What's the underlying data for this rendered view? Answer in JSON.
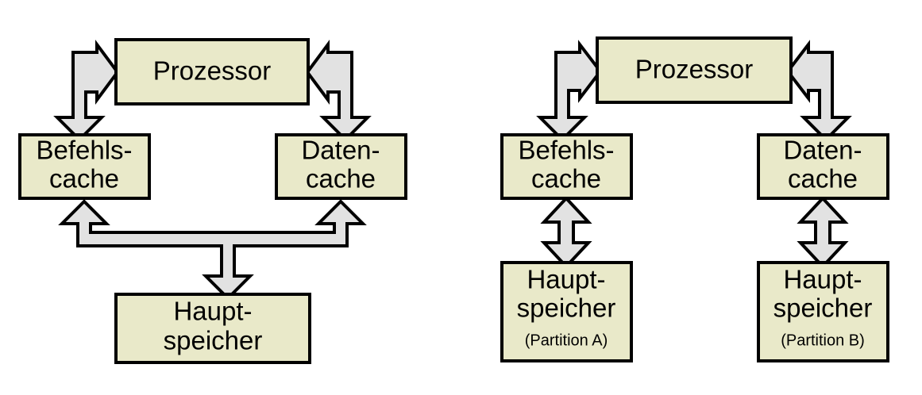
{
  "figure": {
    "background_color": "#ffffff",
    "box_fill_color": "#e9e9c9",
    "box_stroke_color": "#000000",
    "arrow_fill_color": "#e2e2e2",
    "arrow_stroke_color": "#000000",
    "text_color": "#000000"
  },
  "diagrams": [
    {
      "id": "harvard-shared-memory",
      "nodes": {
        "processor": {
          "label": "Prozessor"
        },
        "instruction_cache": {
          "line1": "Befehls-",
          "line2": "cache"
        },
        "data_cache": {
          "line1": "Daten-",
          "line2": "cache"
        },
        "main_memory": {
          "line1": "Haupt-",
          "line2": "speicher"
        }
      },
      "connections": [
        {
          "id": "processor-instruction-cache",
          "kind": "bidirectional-elbow"
        },
        {
          "id": "processor-data-cache",
          "kind": "bidirectional-elbow"
        },
        {
          "id": "caches-main-memory",
          "kind": "three-way-merge"
        }
      ]
    },
    {
      "id": "harvard-partitioned-memory",
      "nodes": {
        "processor": {
          "label": "Prozessor"
        },
        "instruction_cache": {
          "line1": "Befehls-",
          "line2": "cache"
        },
        "data_cache": {
          "line1": "Daten-",
          "line2": "cache"
        },
        "main_memory_a": {
          "line1": "Haupt-",
          "line2": "speicher",
          "line3": "(Partition A)"
        },
        "main_memory_b": {
          "line1": "Haupt-",
          "line2": "speicher",
          "line3": "(Partition B)"
        }
      },
      "connections": [
        {
          "id": "processor-instruction-cache",
          "kind": "bidirectional-elbow"
        },
        {
          "id": "processor-data-cache",
          "kind": "bidirectional-elbow"
        },
        {
          "id": "instruction-cache-memory-a",
          "kind": "bidirectional-vertical"
        },
        {
          "id": "data-cache-memory-b",
          "kind": "bidirectional-vertical"
        }
      ]
    }
  ]
}
